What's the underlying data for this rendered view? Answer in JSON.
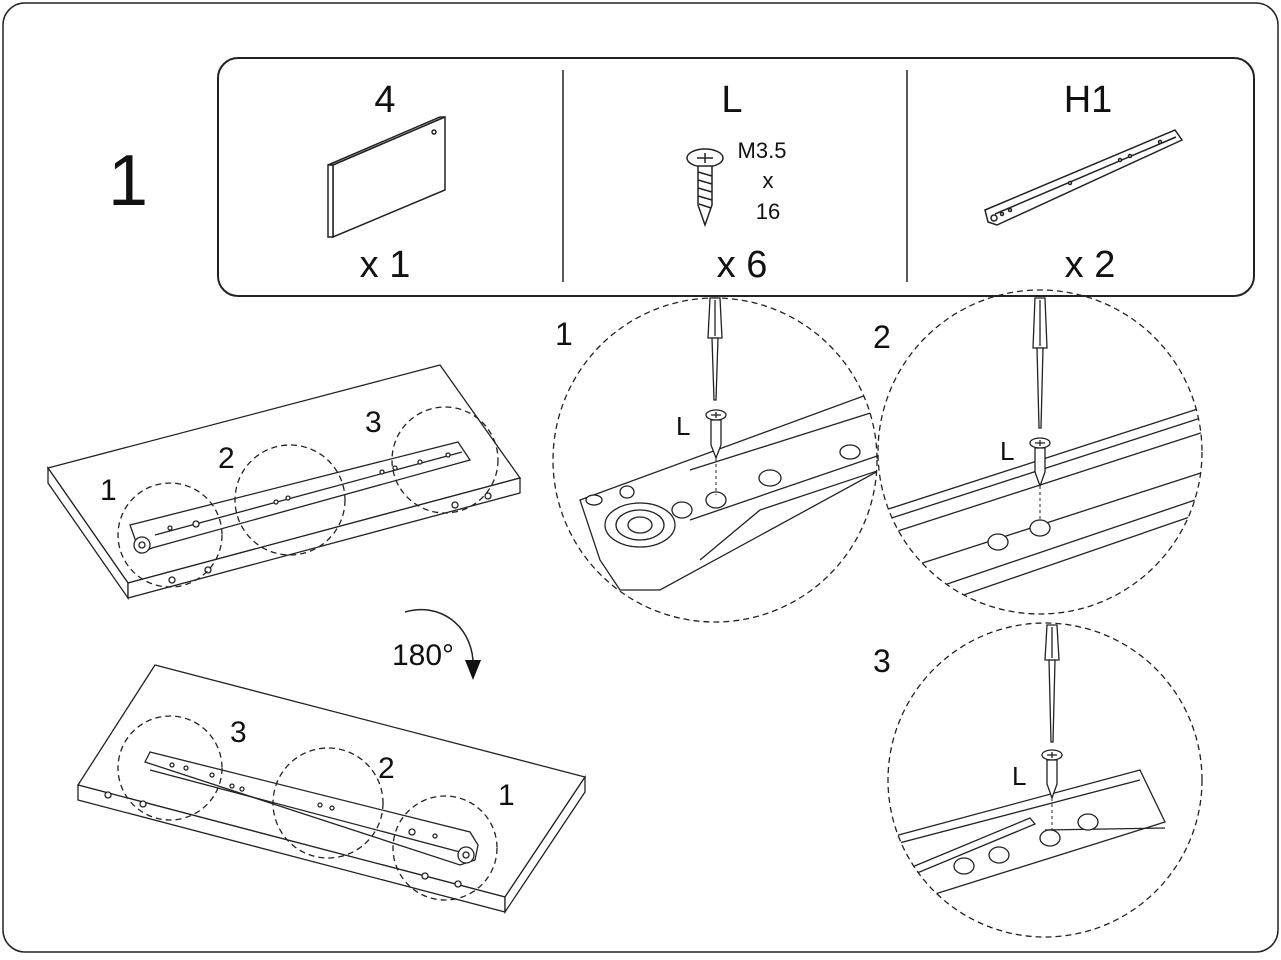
{
  "step": {
    "number": "1"
  },
  "parts": [
    {
      "id": "4",
      "qty": "x 1"
    },
    {
      "id": "L",
      "qty": "x 6",
      "spec": [
        "M3.5",
        "x",
        "16"
      ]
    },
    {
      "id": "H1",
      "qty": "x 2"
    }
  ],
  "callouts": {
    "top_board": [
      "1",
      "2",
      "3"
    ],
    "bottom_board": [
      "3",
      "2",
      "1"
    ],
    "rotation": "180°"
  },
  "details": [
    {
      "num": "1",
      "screw_label": "L"
    },
    {
      "num": "2",
      "screw_label": "L"
    },
    {
      "num": "3",
      "screw_label": "L"
    }
  ]
}
